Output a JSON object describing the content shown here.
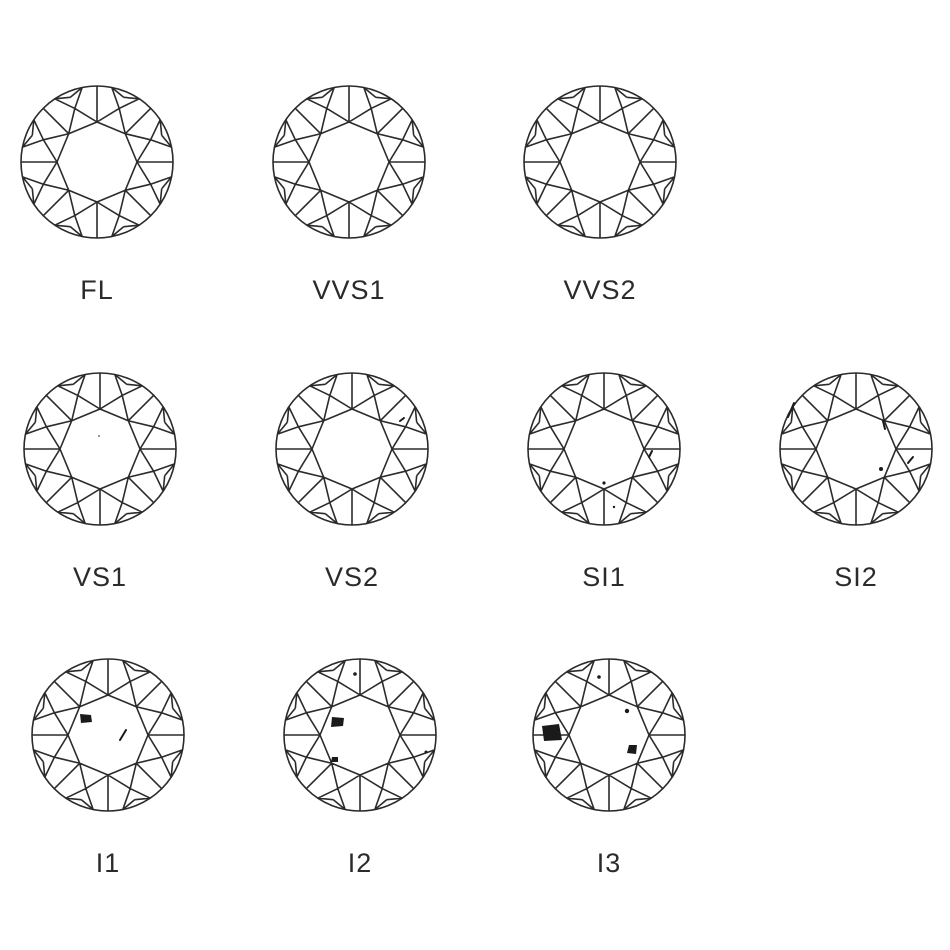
{
  "title": "",
  "colors": {
    "stroke": "#2b2b2b",
    "inclusion": "#1a1a1a",
    "background": "#ffffff"
  },
  "icon": "round-brilliant-diamond-icon",
  "grades": [
    {
      "id": "fl",
      "label": "FL",
      "inclusions": []
    },
    {
      "id": "vvs1",
      "label": "VVS1",
      "inclusions": []
    },
    {
      "id": "vvs2",
      "label": "VVS2",
      "inclusions": []
    },
    {
      "id": "vs1",
      "label": "VS1",
      "inclusions": [
        {
          "kind": "dot",
          "size": "tiny"
        }
      ]
    },
    {
      "id": "vs2",
      "label": "VS2",
      "inclusions": [
        {
          "kind": "feather",
          "size": "tiny"
        }
      ]
    },
    {
      "id": "si1",
      "label": "SI1",
      "inclusions": [
        {
          "kind": "dot",
          "size": "small"
        },
        {
          "kind": "feather",
          "size": "small"
        },
        {
          "kind": "dot",
          "size": "small"
        }
      ]
    },
    {
      "id": "si2",
      "label": "SI2",
      "inclusions": [
        {
          "kind": "feather",
          "size": "medium"
        },
        {
          "kind": "feather",
          "size": "small"
        },
        {
          "kind": "dot",
          "size": "small"
        },
        {
          "kind": "feather",
          "size": "small"
        }
      ]
    },
    {
      "id": "i1",
      "label": "I1",
      "inclusions": [
        {
          "kind": "crystal",
          "size": "large"
        },
        {
          "kind": "feather",
          "size": "medium"
        }
      ]
    },
    {
      "id": "i2",
      "label": "I2",
      "inclusions": [
        {
          "kind": "crystal",
          "size": "large"
        },
        {
          "kind": "crystal",
          "size": "medium"
        },
        {
          "kind": "dot",
          "size": "small"
        },
        {
          "kind": "dot",
          "size": "small"
        }
      ]
    },
    {
      "id": "i3",
      "label": "I3",
      "inclusions": [
        {
          "kind": "crystal",
          "size": "xlarge"
        },
        {
          "kind": "crystal",
          "size": "large"
        },
        {
          "kind": "dot",
          "size": "small"
        },
        {
          "kind": "dot",
          "size": "small"
        }
      ]
    }
  ]
}
